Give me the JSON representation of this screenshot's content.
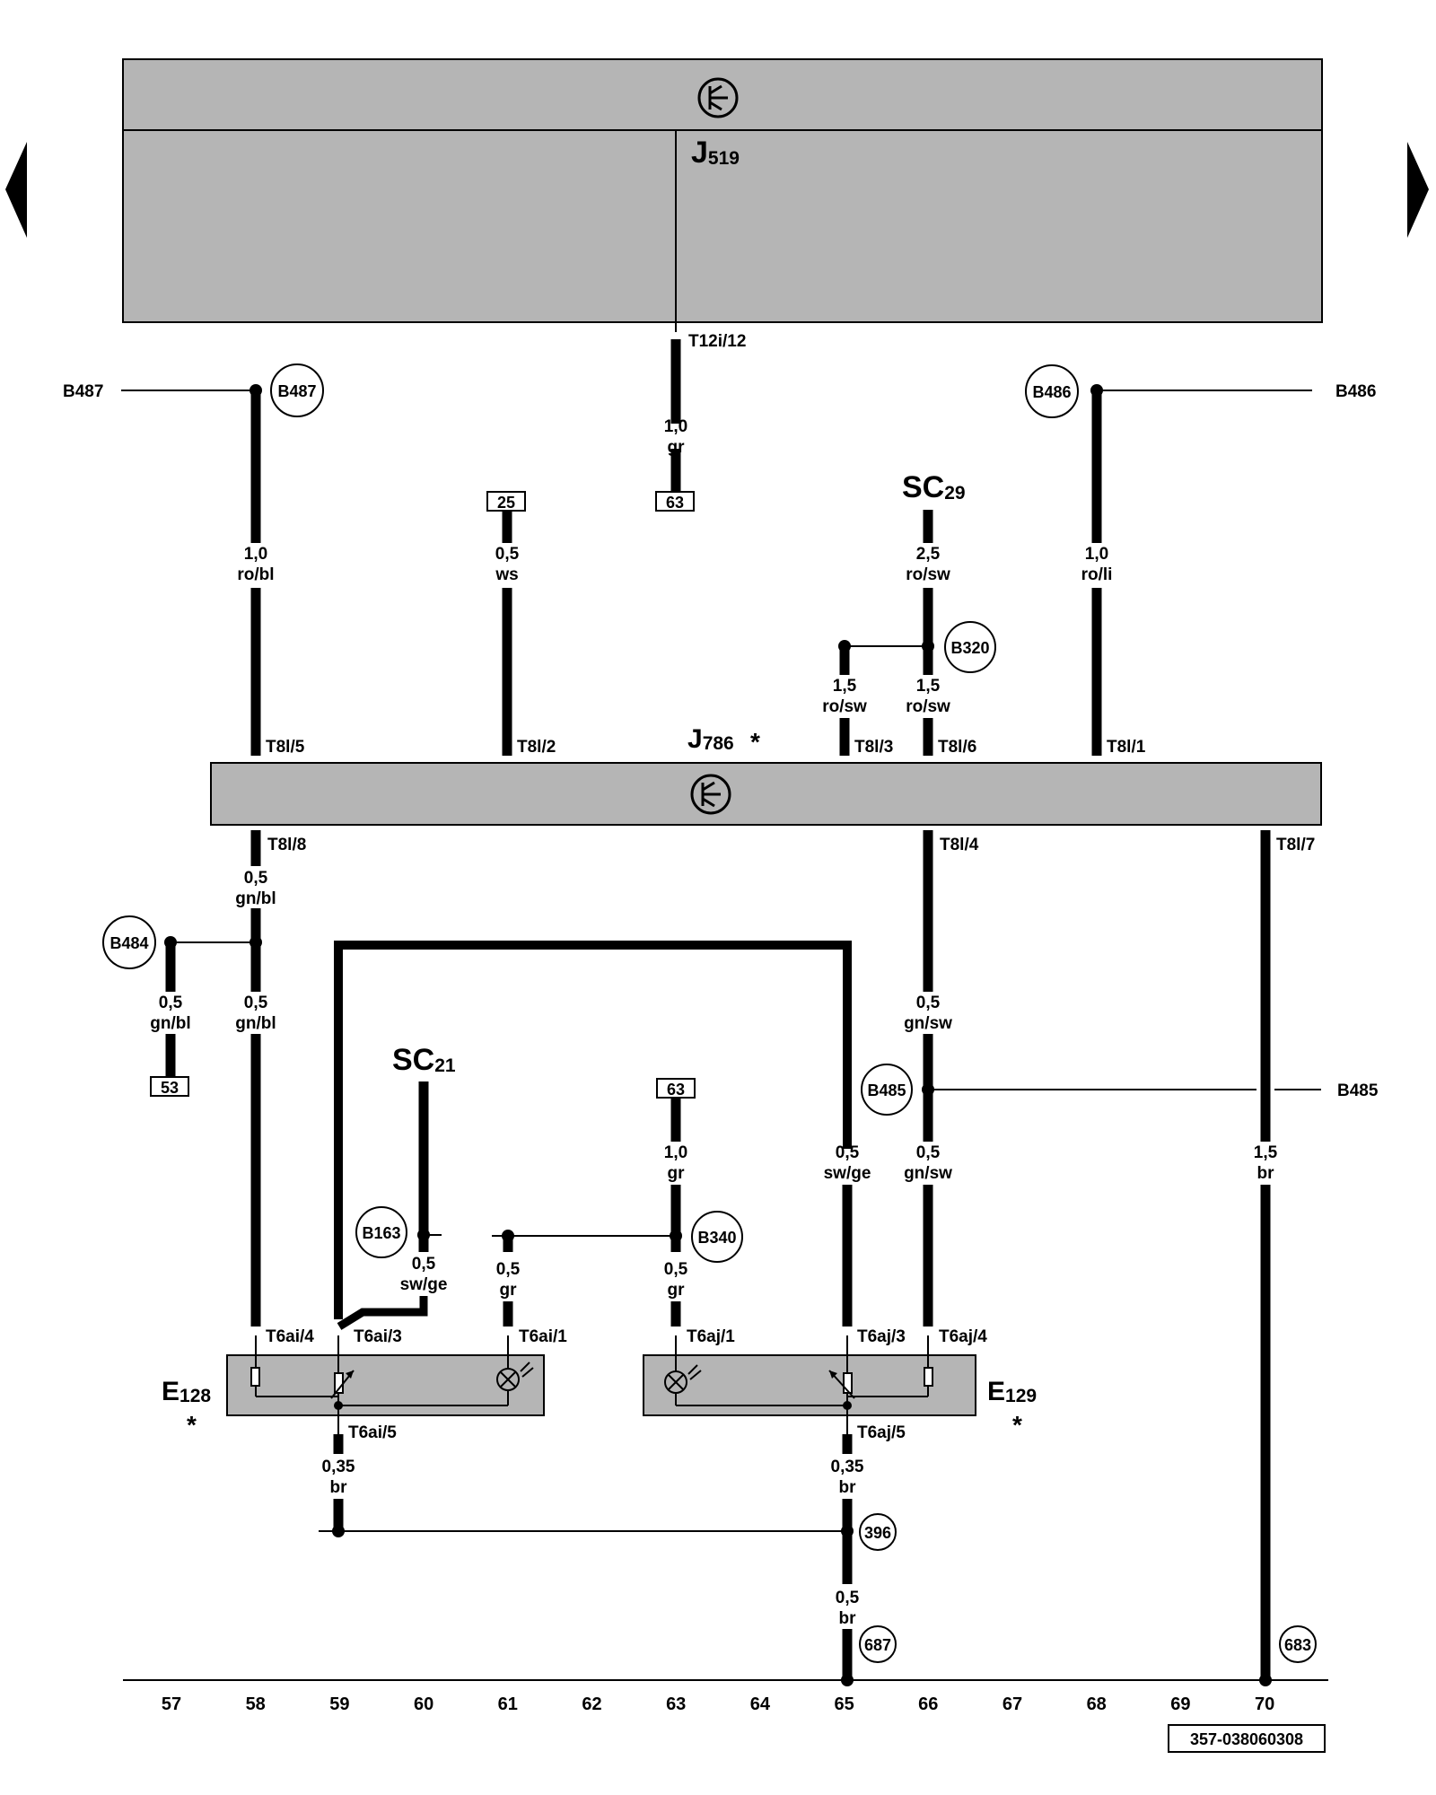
{
  "nav": {
    "prev_label": "",
    "next_label": ""
  },
  "components": {
    "J519": {
      "letter": "J",
      "sub": "519"
    },
    "J786": {
      "letter": "J",
      "sub": "786",
      "mark": "*"
    },
    "SC29": {
      "letter": "SC",
      "sub": "29"
    },
    "SC21": {
      "letter": "SC",
      "sub": "21"
    },
    "E128": {
      "letter": "E",
      "sub": "128",
      "mark": "*"
    },
    "E129": {
      "letter": "E",
      "sub": "129",
      "mark": "*"
    }
  },
  "pins": {
    "t12i12": "T12i/12",
    "t8l5": "T8l/5",
    "t8l2": "T8l/2",
    "t8l3": "T8l/3",
    "t8l6": "T8l/6",
    "t8l1": "T8l/1",
    "t8l8": "T8l/8",
    "t8l4": "T8l/4",
    "t8l7": "T8l/7",
    "t6ai4": "T6ai/4",
    "t6ai3": "T6ai/3",
    "t6ai1": "T6ai/1",
    "t6ai5": "T6ai/5",
    "t6aj1": "T6aj/1",
    "t6aj3": "T6aj/3",
    "t6aj4": "T6aj/4",
    "t6aj5": "T6aj/5"
  },
  "wires": {
    "w1": {
      "size": "1,0",
      "color": "gr"
    },
    "w2": {
      "size": "1,0",
      "color": "ro/bl"
    },
    "w3": {
      "size": "0,5",
      "color": "ws"
    },
    "w4": {
      "size": "2,5",
      "color": "ro/sw"
    },
    "w5": {
      "size": "1,0",
      "color": "ro/li"
    },
    "w6": {
      "size": "1,5",
      "color": "ro/sw"
    },
    "w7": {
      "size": "1,5",
      "color": "ro/sw"
    },
    "w8": {
      "size": "0,5",
      "color": "gn/bl"
    },
    "w9": {
      "size": "0,5",
      "color": "gn/bl"
    },
    "w10": {
      "size": "0,5",
      "color": "gn/bl"
    },
    "w11": {
      "size": "0,5",
      "color": "gn/sw"
    },
    "w12": {
      "size": "0,5",
      "color": "gn/sw"
    },
    "w13": {
      "size": "1,5",
      "color": "br"
    },
    "w14": {
      "size": "0,5",
      "color": "sw/ge"
    },
    "w15": {
      "size": "1,0",
      "color": "gr"
    },
    "w16": {
      "size": "0,5",
      "color": "sw/ge"
    },
    "w17": {
      "size": "0,5",
      "color": "gr"
    },
    "w18": {
      "size": "0,5",
      "color": "gr"
    },
    "w19": {
      "size": "0,35",
      "color": "br"
    },
    "w20": {
      "size": "0,35",
      "color": "br"
    },
    "w21": {
      "size": "0,5",
      "color": "br"
    }
  },
  "refs": {
    "r63a": "63",
    "r25": "25",
    "r53": "53",
    "r63b": "63"
  },
  "connections": {
    "b487": "B487",
    "b486": "B486",
    "b320": "B320",
    "b484": "B484",
    "b485": "B485",
    "b163": "B163",
    "b340": "B340",
    "g396": "396",
    "g687": "687",
    "g683": "683"
  },
  "side_labels": {
    "b487": "B487",
    "b486": "B486",
    "b485": "B485"
  },
  "columns": [
    "57",
    "58",
    "59",
    "60",
    "61",
    "62",
    "63",
    "64",
    "65",
    "66",
    "67",
    "68",
    "69",
    "70"
  ],
  "drawing_id": "357-038060308"
}
